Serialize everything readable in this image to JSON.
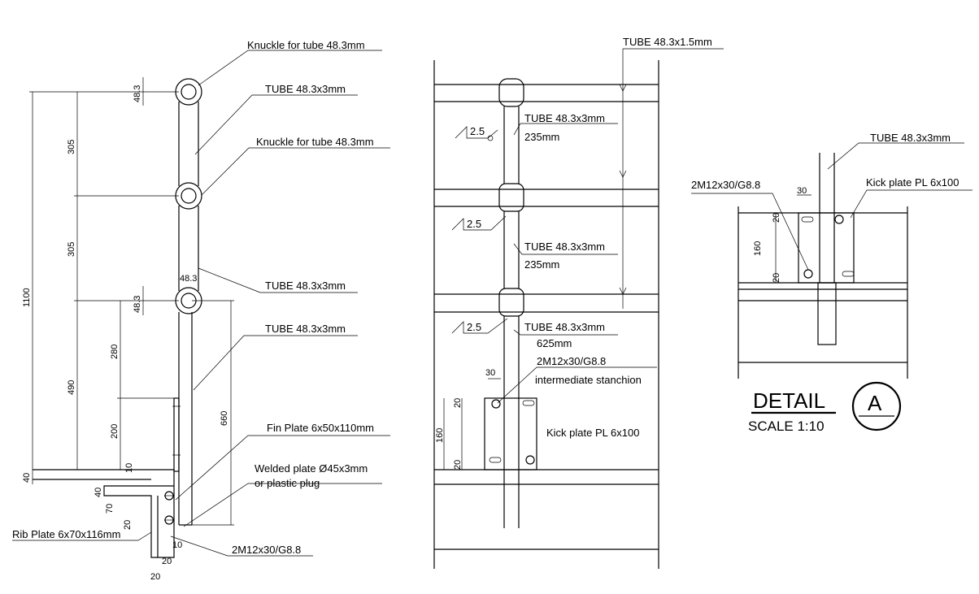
{
  "left_view": {
    "callouts": {
      "knuckle_top": "Knuckle for tube 48.3mm",
      "tube_top": "TUBE 48.3x3mm",
      "knuckle_mid": "Knuckle for tube 48.3mm",
      "tube_mid": "TUBE 48.3x3mm",
      "tube_post": "TUBE 48.3x3mm",
      "fin_plate": "Fin Plate 6x50x110mm",
      "welded_plate": "Welded plate Ø45x3mm",
      "plastic_plug": "or plastic plug",
      "rib_plate": "Rib Plate 6x70x116mm",
      "bolts": "2M12x30/G8.8"
    },
    "dims": {
      "d1100": "1100",
      "d305a": "305",
      "d305b": "305",
      "d490": "490",
      "d280": "280",
      "d200": "200",
      "d660": "660",
      "d48_top": "48.3",
      "d48_mid": "48.3",
      "d48_horz": "48.3",
      "d40": "40",
      "d10": "10",
      "d40b": "40",
      "d70": "70",
      "d20": "20",
      "d10b": "10",
      "d20b": "20",
      "d20c": "20"
    }
  },
  "mid_view": {
    "callouts": {
      "tube_top": "TUBE 48.3x1.5mm",
      "tube_1": "TUBE 48.3x3mm",
      "len_1": "235mm",
      "tube_2": "TUBE 48.3x3mm",
      "len_2": "235mm",
      "tube_3": "TUBE 48.3x3mm",
      "len_3": "625mm",
      "bolts": "2M12x30/G8.8",
      "stanchion": "intermediate stanchion",
      "kick_plate": "Kick plate PL 6x100"
    },
    "welds": [
      "2.5",
      "2.5",
      "2.5"
    ],
    "dims": {
      "d30": "30",
      "d20a": "20",
      "d160": "160",
      "d20b": "20"
    }
  },
  "detail_view": {
    "callouts": {
      "tube": "TUBE 48.3x3mm",
      "bolts": "2M12x30/G8.8",
      "kick_plate": "Kick plate PL 6x100"
    },
    "dims": {
      "d30": "30",
      "d20a": "20",
      "d160": "160",
      "d20b": "20"
    },
    "title": "DETAIL",
    "scale": "SCALE 1:10",
    "marker": "A"
  }
}
